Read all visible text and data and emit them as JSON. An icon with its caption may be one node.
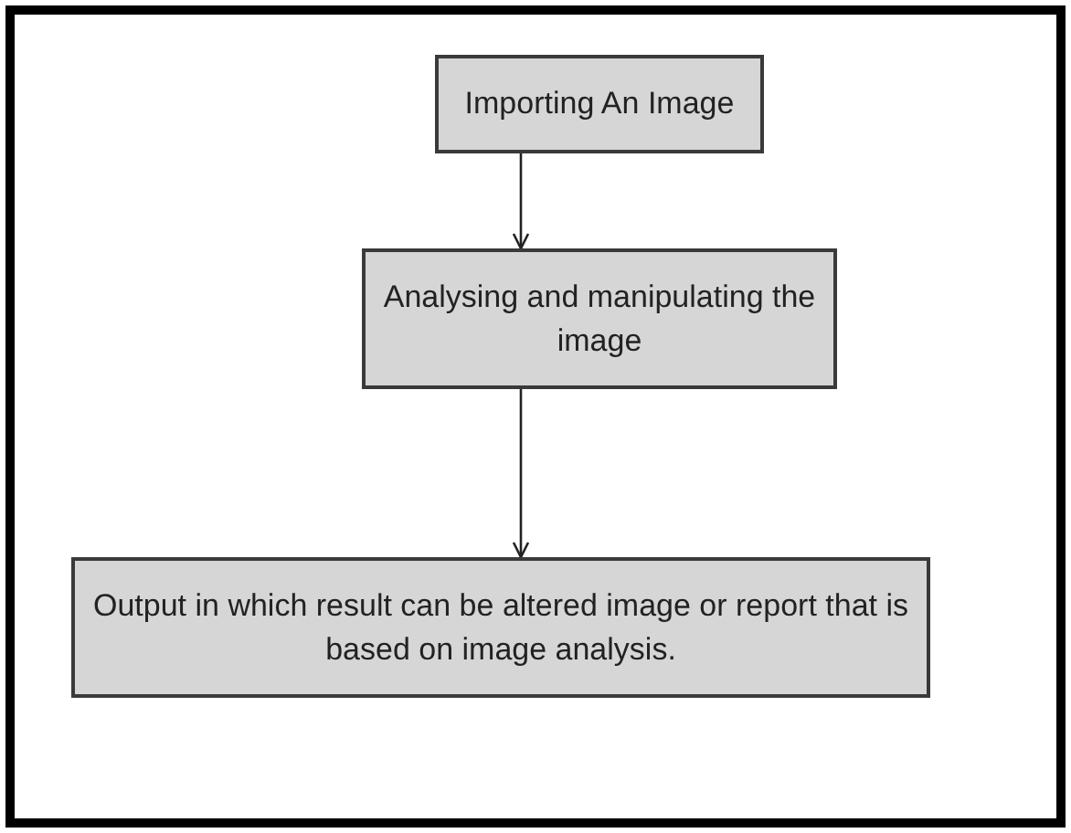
{
  "diagram": {
    "nodes": [
      {
        "text": [
          "Importing An Image"
        ]
      },
      {
        "text": [
          "Analysing and manipulating the image"
        ]
      },
      {
        "text": [
          "Output in which result can be altered image or report that is based on image analysis."
        ]
      }
    ],
    "edges": [
      {
        "from": 0,
        "to": 1,
        "arrow": "to"
      },
      {
        "from": 1,
        "to": 2,
        "arrow": "to"
      }
    ]
  }
}
